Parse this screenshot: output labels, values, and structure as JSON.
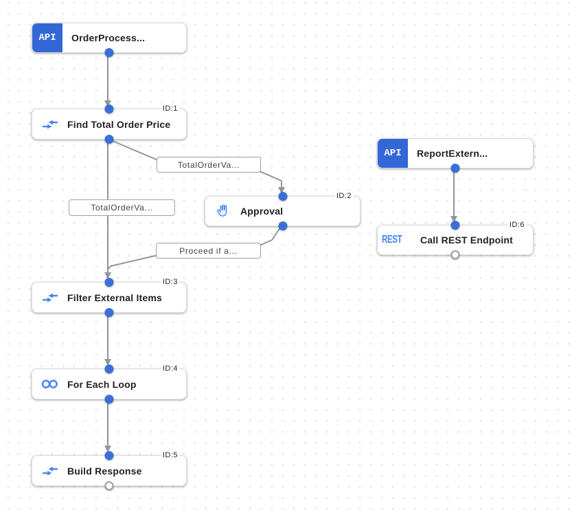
{
  "canvas": {
    "name": "integration-designer-canvas"
  },
  "colors": {
    "trigger_badge_blue": "#3367d6",
    "icon_blue": "#4285f4",
    "port_blue": "#3b6fd6",
    "edge_gray": "#8f959b",
    "node_border": "#dadce0",
    "label_border": "#9aa0a6",
    "text_dark": "#202124",
    "grid_dot": "#e0e0e0"
  },
  "nodes": {
    "trigger_order": {
      "badge": "API",
      "label": "OrderProcess...",
      "icon": "api-trigger-icon"
    },
    "find_total": {
      "label": "Find Total Order Price",
      "id": "ID:1",
      "icon": "data-mapping-icon"
    },
    "approval": {
      "label": "Approval",
      "id": "ID:2",
      "icon": "hand-icon"
    },
    "filter_items": {
      "label": "Filter External Items",
      "id": "ID:3",
      "icon": "data-mapping-icon"
    },
    "for_each": {
      "label": "For Each Loop",
      "id": "ID:4",
      "icon": "loop-icon"
    },
    "build_response": {
      "label": "Build Response",
      "id": "ID:5",
      "icon": "data-mapping-icon"
    },
    "trigger_report": {
      "badge": "API",
      "label": "ReportExtern...",
      "icon": "api-trigger-icon"
    },
    "call_rest": {
      "label": "Call REST Endpoint",
      "id": "ID:6",
      "icon": "rest-icon",
      "icon_text": "REST"
    }
  },
  "edge_labels": {
    "total_order_right": "TotalOrderVa...",
    "total_order_left": "TotalOrderVa...",
    "proceed": "Proceed if a..."
  }
}
